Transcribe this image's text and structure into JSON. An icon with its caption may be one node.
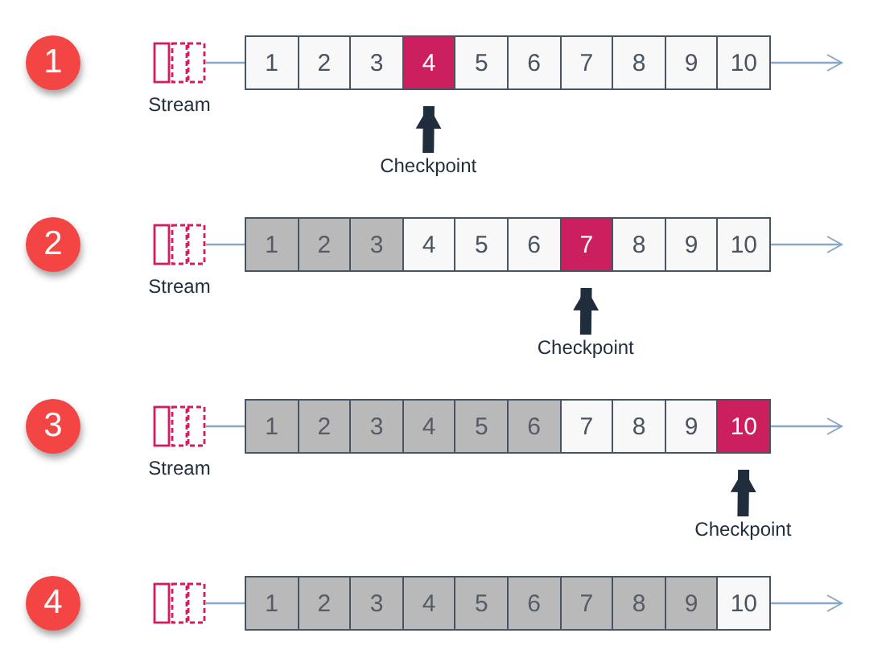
{
  "diagram": {
    "nodes": [
      {
        "text": [
          "1"
        ]
      },
      {
        "text": [],
        "shape": "picture",
        "beside": [
          "Stream"
        ]
      },
      {
        "text": [
          "1"
        ]
      },
      {
        "text": [
          "2"
        ]
      },
      {
        "text": [
          "3"
        ]
      },
      {
        "text": [
          "4"
        ]
      },
      {
        "text": [
          "5"
        ]
      },
      {
        "text": [
          "6"
        ]
      },
      {
        "text": [
          "7"
        ]
      },
      {
        "text": [
          "8"
        ]
      },
      {
        "text": [
          "9"
        ]
      },
      {
        "text": [
          "10"
        ]
      },
      {
        "text": [
          "Checkpoint"
        ]
      },
      {
        "text": [
          "2"
        ]
      },
      {
        "text": [],
        "shape": "picture",
        "beside": [
          "Stream"
        ]
      },
      {
        "text": [
          "1"
        ]
      },
      {
        "text": [
          "2"
        ]
      },
      {
        "text": [
          "3"
        ]
      },
      {
        "text": [
          "4"
        ]
      },
      {
        "text": [
          "5"
        ]
      },
      {
        "text": [
          "6"
        ]
      },
      {
        "text": [
          "7"
        ]
      },
      {
        "text": [
          "8"
        ]
      },
      {
        "text": [
          "9"
        ]
      },
      {
        "text": [
          "10"
        ]
      },
      {
        "text": [
          "Checkpoint"
        ]
      },
      {
        "text": [
          "3"
        ]
      },
      {
        "text": [],
        "shape": "picture",
        "beside": [
          "Stream"
        ]
      },
      {
        "text": [
          "1"
        ]
      },
      {
        "text": [
          "2"
        ]
      },
      {
        "text": [
          "3"
        ]
      },
      {
        "text": [
          "4"
        ]
      },
      {
        "text": [
          "5"
        ]
      },
      {
        "text": [
          "6"
        ]
      },
      {
        "text": [
          "7"
        ]
      },
      {
        "text": [
          "8"
        ]
      },
      {
        "text": [
          "9"
        ]
      },
      {
        "text": [
          "10"
        ]
      },
      {
        "text": [
          "Checkpoint"
        ]
      },
      {
        "text": [
          "4"
        ]
      },
      {
        "text": [],
        "shape": "picture"
      },
      {
        "text": [
          "1"
        ]
      },
      {
        "text": [
          "2"
        ]
      },
      {
        "text": [
          "3"
        ]
      },
      {
        "text": [
          "4"
        ]
      },
      {
        "text": [
          "5"
        ]
      },
      {
        "text": [
          "6"
        ]
      },
      {
        "text": [
          "7"
        ]
      },
      {
        "text": [
          "8"
        ]
      },
      {
        "text": [
          "9"
        ]
      },
      {
        "text": [
          "10"
        ]
      }
    ],
    "edges": [
      {
        "from": 1,
        "to": 2,
        "arrow": "none"
      },
      {
        "from": 11,
        "to": null,
        "arrow": "to"
      },
      {
        "from": 12,
        "to": 5,
        "arrow": "to",
        "style": "thick",
        "color": "#1f2d3d"
      },
      {
        "from": 14,
        "to": 15,
        "arrow": "none"
      },
      {
        "from": 24,
        "to": null,
        "arrow": "to"
      },
      {
        "from": 25,
        "to": 21,
        "arrow": "to",
        "style": "thick",
        "color": "#1f2d3d"
      },
      {
        "from": 27,
        "to": 28,
        "arrow": "none"
      },
      {
        "from": 37,
        "to": null,
        "arrow": "to"
      },
      {
        "from": 38,
        "to": 37,
        "arrow": "to",
        "style": "thick",
        "color": "#1f2d3d"
      },
      {
        "from": 40,
        "to": 41,
        "arrow": "none"
      },
      {
        "from": 50,
        "to": null,
        "arrow": "to"
      }
    ]
  }
}
